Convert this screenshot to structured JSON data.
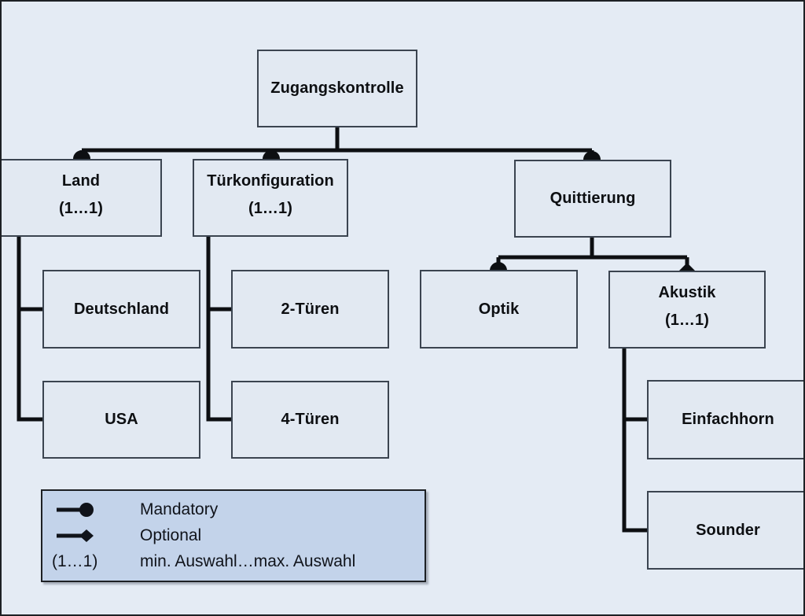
{
  "diagram": {
    "type": "feature-model",
    "root": "Zugangskontrolle",
    "colors": {
      "canvas_background": "#e4ebf4",
      "frame_border": "#1d2024",
      "node_fill": "#e2e9f2",
      "node_border": "#3b4450",
      "connector": "#0d0f12",
      "legend_fill": "#c3d3ea"
    }
  },
  "nodes": {
    "root": {
      "label": "Zugangskontrolle",
      "cardinality": ""
    },
    "land": {
      "label": "Land",
      "cardinality": "(1…1)"
    },
    "tuerkonfiguration": {
      "label": "Türkonfiguration",
      "cardinality": "(1…1)"
    },
    "quittierung": {
      "label": "Quittierung",
      "cardinality": ""
    },
    "deutschland": {
      "label": "Deutschland",
      "cardinality": ""
    },
    "usa": {
      "label": "USA",
      "cardinality": ""
    },
    "zwei_tueren": {
      "label": "2-Türen",
      "cardinality": ""
    },
    "vier_tueren": {
      "label": "4-Türen",
      "cardinality": ""
    },
    "optik": {
      "label": "Optik",
      "cardinality": ""
    },
    "akustik": {
      "label": "Akustik",
      "cardinality": "(1…1)"
    },
    "einfachhorn": {
      "label": "Einfachhorn",
      "cardinality": ""
    },
    "sounder": {
      "label": "Sounder",
      "cardinality": ""
    }
  },
  "edges": [
    {
      "from": "root",
      "to": "land",
      "marker": "filled-circle",
      "semantics": "mandatory"
    },
    {
      "from": "root",
      "to": "tuerkonfiguration",
      "marker": "filled-circle",
      "semantics": "mandatory"
    },
    {
      "from": "root",
      "to": "quittierung",
      "marker": "filled-circle",
      "semantics": "mandatory"
    },
    {
      "from": "land",
      "to": "deutschland",
      "marker": "none",
      "semantics": "alternative"
    },
    {
      "from": "land",
      "to": "usa",
      "marker": "none",
      "semantics": "alternative"
    },
    {
      "from": "tuerkonfiguration",
      "to": "zwei_tueren",
      "marker": "none",
      "semantics": "alternative"
    },
    {
      "from": "tuerkonfiguration",
      "to": "vier_tueren",
      "marker": "none",
      "semantics": "alternative"
    },
    {
      "from": "quittierung",
      "to": "optik",
      "marker": "filled-circle",
      "semantics": "mandatory"
    },
    {
      "from": "quittierung",
      "to": "akustik",
      "marker": "filled-diamond",
      "semantics": "optional"
    },
    {
      "from": "akustik",
      "to": "einfachhorn",
      "marker": "none",
      "semantics": "alternative"
    },
    {
      "from": "akustik",
      "to": "sounder",
      "marker": "none",
      "semantics": "alternative"
    }
  ],
  "legend": {
    "rows": [
      {
        "key_glyph": "line-filled-circle-icon",
        "key_text": "",
        "label": "Mandatory"
      },
      {
        "key_glyph": "line-filled-diamond-icon",
        "key_text": "",
        "label": "Optional"
      },
      {
        "key_glyph": "",
        "key_text": "(1…1)",
        "label": "min. Auswahl…max. Auswahl"
      }
    ]
  }
}
